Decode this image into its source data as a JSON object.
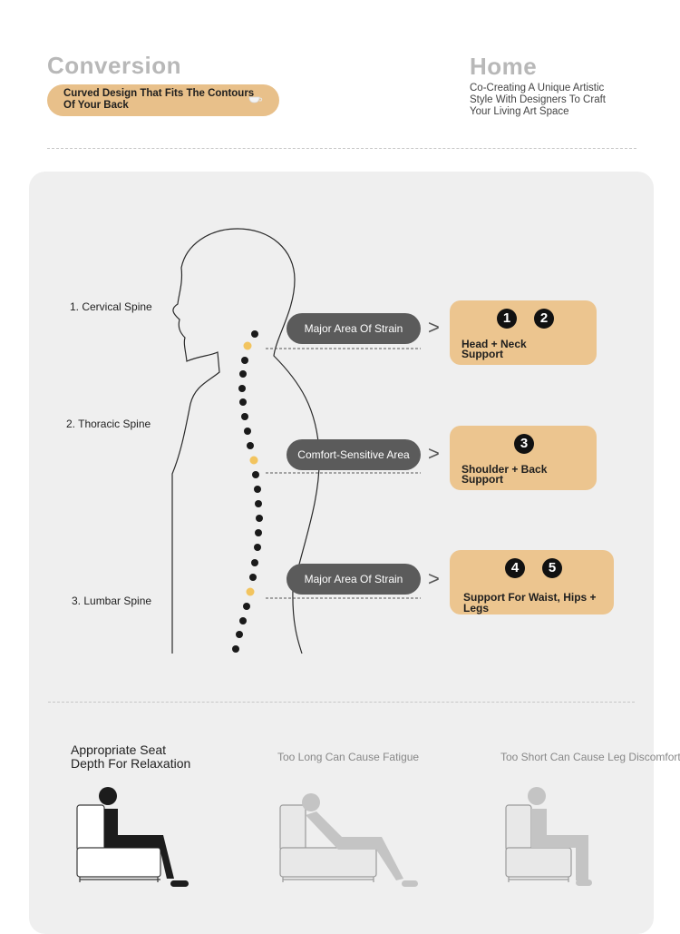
{
  "header": {
    "left_title": "Conversion",
    "left_pill_line1": "Curved Design That Fits The Contours",
    "left_pill_line2": "Of Your Back",
    "right_title": "Home",
    "right_desc_line1": "Co-Creating A Unique Artistic",
    "right_desc_line2": "Style With Designers To Craft",
    "right_desc_line3": "Your Living Art Space"
  },
  "spine": {
    "labels": [
      "1. Cervical Spine",
      "2. Thoracic Spine",
      "3. Lumbar Spine"
    ],
    "areas": [
      {
        "pill": "Major Area Of Strain",
        "badges": [
          "1",
          "2"
        ],
        "line1": "Head + Neck",
        "line2": "Support"
      },
      {
        "pill": "Comfort-Sensitive Area",
        "badges": [
          "3"
        ],
        "line1": "Shoulder + Back",
        "line2": "Support"
      },
      {
        "pill": "Major Area Of Strain",
        "badges": [
          "4",
          "5"
        ],
        "line1": "Support For Waist, Hips + Legs",
        "line2": ""
      }
    ],
    "chevron": ">"
  },
  "seating": {
    "appropriate_line1": "Appropriate Seat",
    "appropriate_line2": "Depth For Relaxation",
    "too_long": "Too Long Can Cause Fatigue",
    "too_short": "Too Short Can Cause Leg Discomfort"
  },
  "colors": {
    "accent": "#ecc58f",
    "pill_dark": "#5b5b5b",
    "panel": "#efefef",
    "highlight_dot": "#f2c45f"
  }
}
